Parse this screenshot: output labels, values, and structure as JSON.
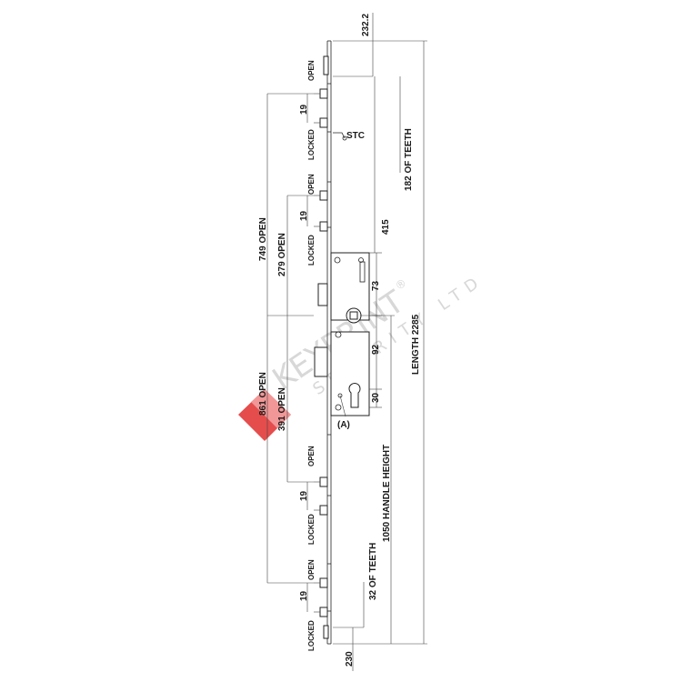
{
  "dimensions": {
    "top_offset": "232.2",
    "teeth_top": "182 OF TEETH",
    "length_total": "LENGTH 2285",
    "span_415": "415",
    "open_749": "749 OPEN",
    "open_279": "279 OPEN",
    "open_861": "861 OPEN",
    "open_391": "391 OPEN",
    "handle_height": "1050 HANDLE HEIGHT",
    "teeth_bottom": "32 OF TEETH",
    "bottom_offset": "230",
    "gap_73": "73",
    "gap_92": "92",
    "gap_30": "30",
    "stroke_19_a": "19",
    "stroke_19_b": "19",
    "stroke_19_c": "19",
    "stroke_19_d": "19"
  },
  "labels": {
    "stc": "STC",
    "case_marker": "(A)",
    "open": "OPEN",
    "locked": "LOCKED"
  },
  "watermark": {
    "brand": "KEYPRINT",
    "registered": "®",
    "sub": "SECURITY LTD",
    "accent_color": "#e23a3a"
  }
}
